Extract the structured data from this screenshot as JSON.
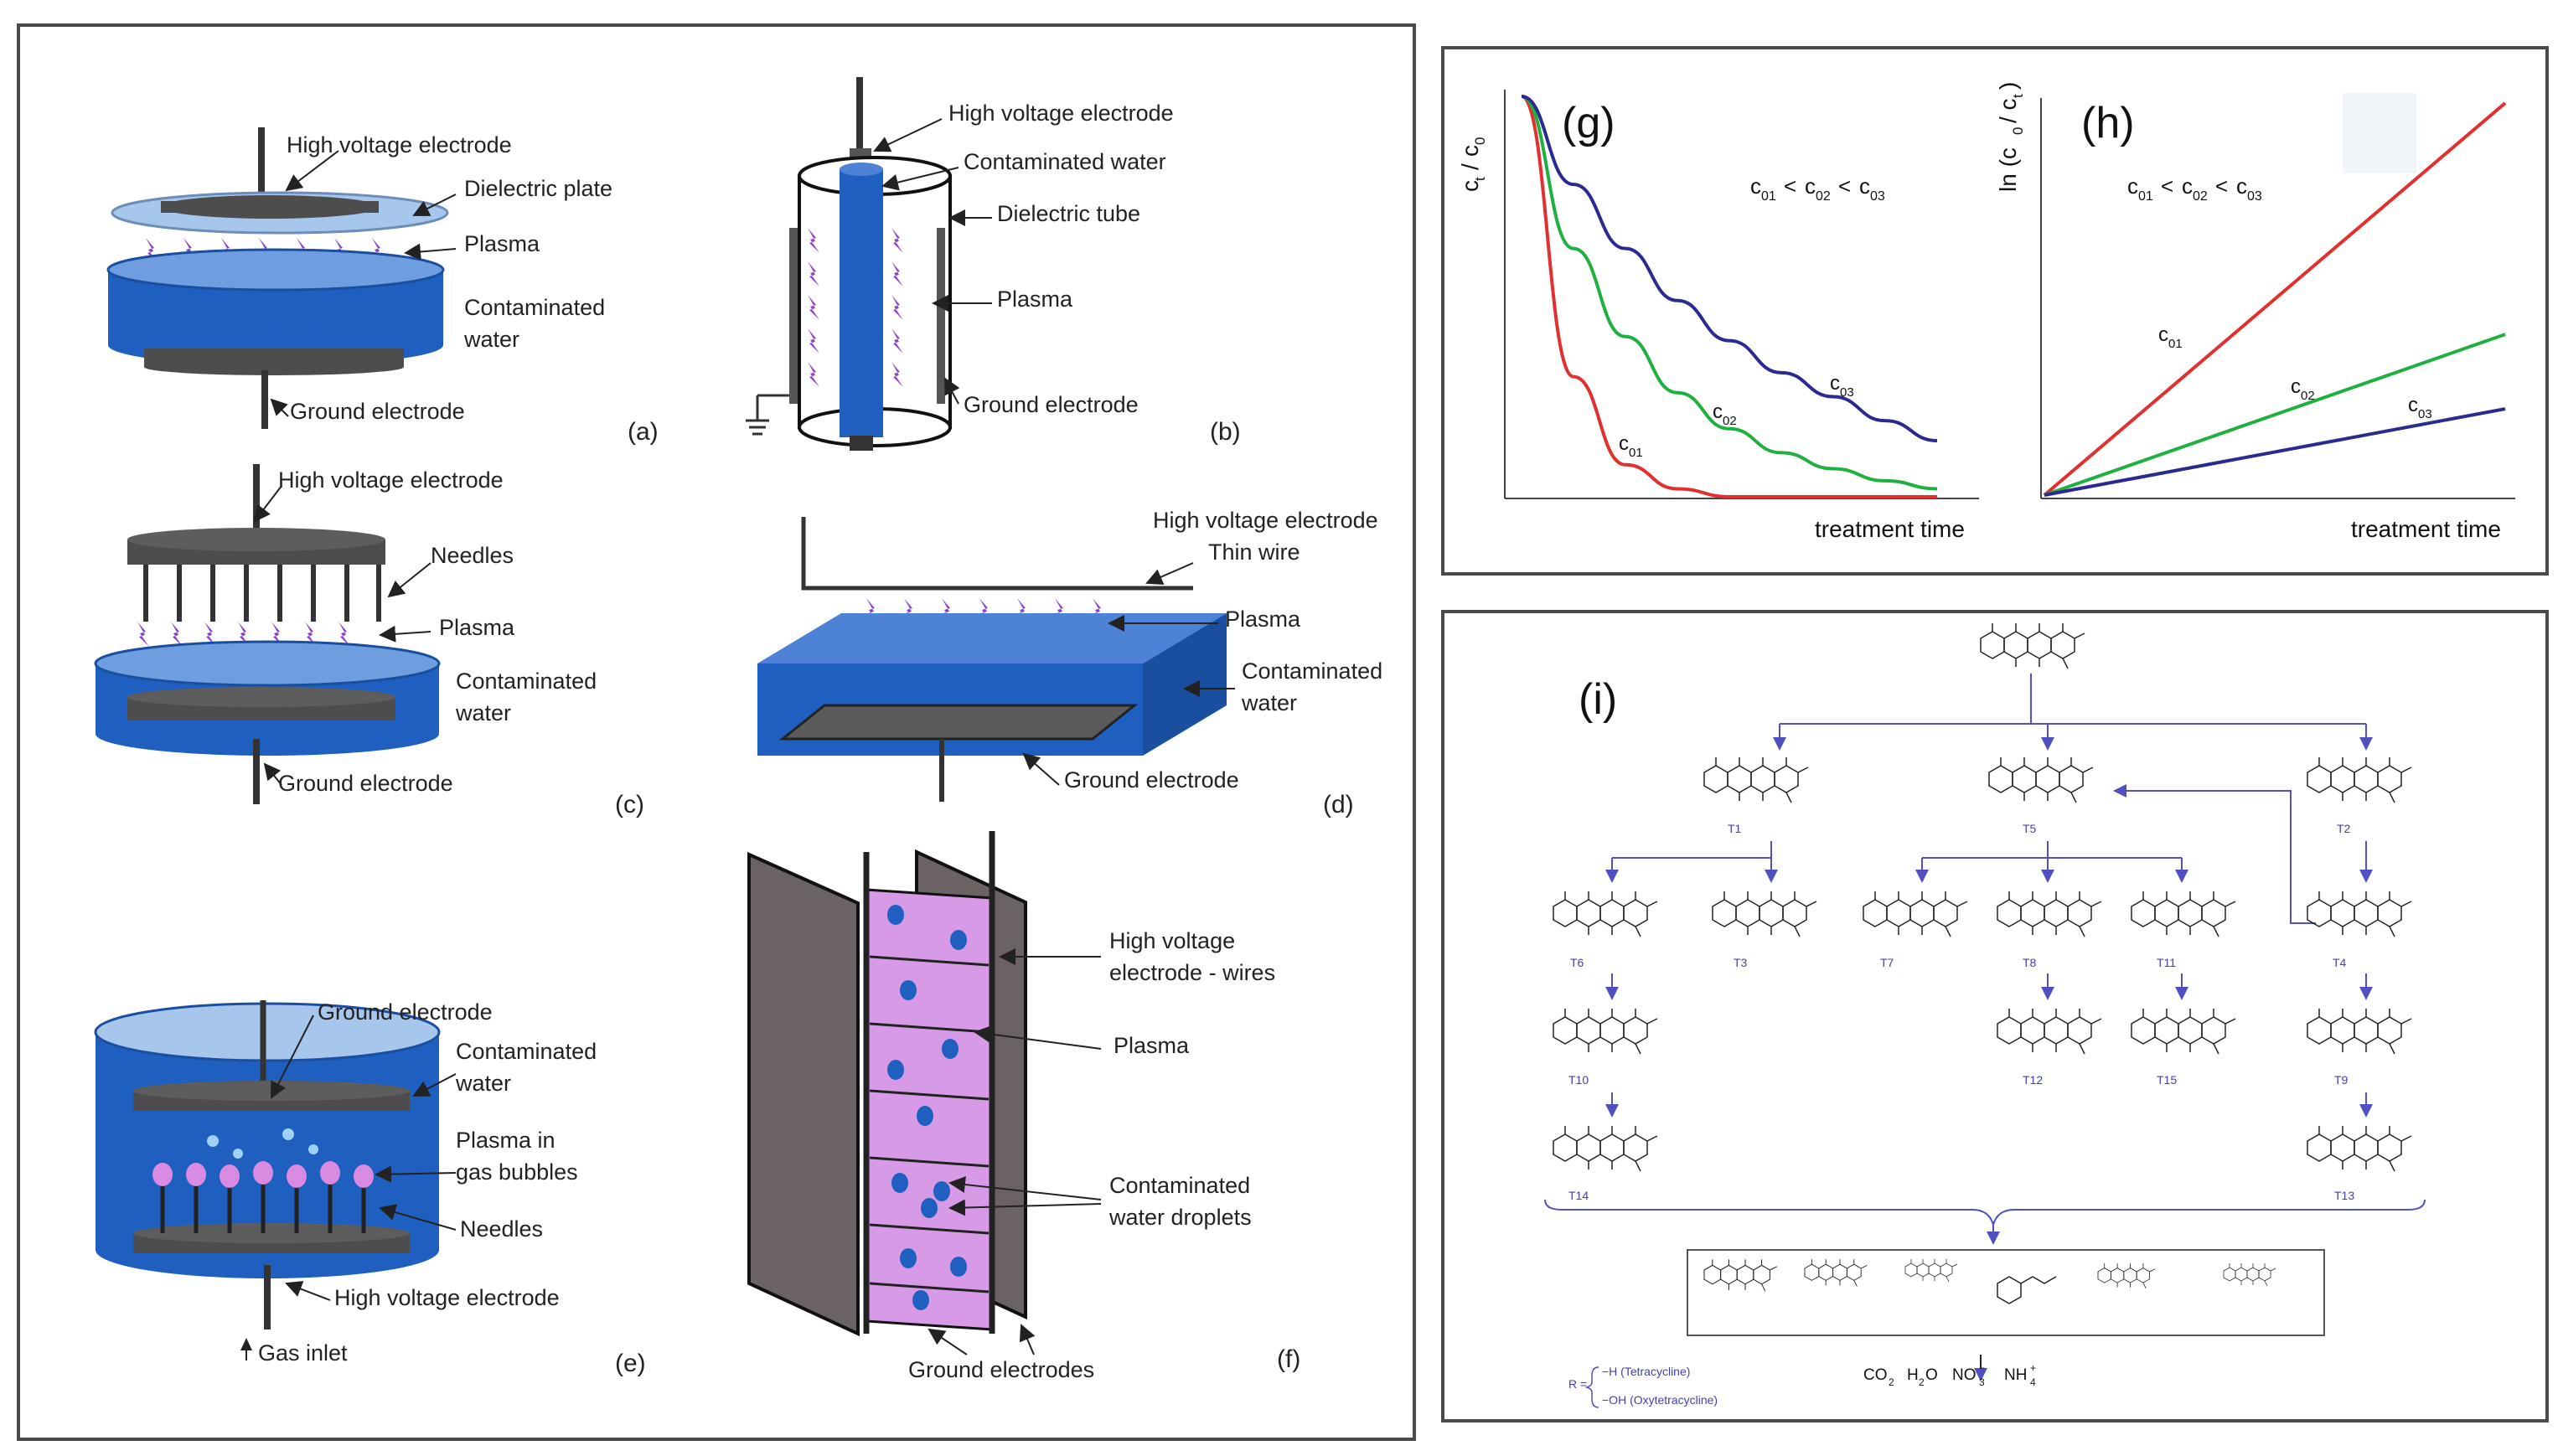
{
  "left_panel": {
    "a": {
      "tag": "(a)",
      "hv": "High voltage electrode",
      "dielectric": "Dielectric plate",
      "plasma": "Plasma",
      "water1": "Contaminated",
      "water2": "water",
      "ground": "Ground electrode"
    },
    "b": {
      "tag": "(b)",
      "hv": "High voltage electrode",
      "water": "Contaminated  water",
      "tube": "Dielectric tube",
      "plasma": "Plasma",
      "ground": "Ground electrode"
    },
    "c": {
      "tag": "(c)",
      "hv": "High voltage electrode",
      "needles": "Needles",
      "plasma": "Plasma",
      "water1": "Contaminated",
      "water2": "water",
      "ground": "Ground electrode"
    },
    "d": {
      "tag": "(d)",
      "hv1": "High voltage electrode",
      "hv2": "Thin wire",
      "plasma": "Plasma",
      "water1": "Contaminated",
      "water2": "water",
      "ground": "Ground electrode"
    },
    "e": {
      "tag": "(e)",
      "ground": "Ground electrode",
      "water1": "Contaminated",
      "water2": "water",
      "plasma1": "Plasma in",
      "plasma2": "gas bubbles",
      "needles": "Needles",
      "hv": "High voltage electrode",
      "gas": "Gas inlet"
    },
    "f": {
      "tag": "(f)",
      "hv1": "High voltage",
      "hv2": "electrode - wires",
      "plasma": "Plasma",
      "water1": "Contaminated",
      "water2": "water droplets",
      "ground": "Ground electrodes"
    }
  },
  "chart_data": [
    {
      "type": "line",
      "panel": "(g)",
      "ylabel": "c_t / c_0",
      "xlabel": "treatment time",
      "annotation": "c01 < c02 < c03",
      "series": [
        {
          "name": "c01",
          "color": "#e03030",
          "values": [
            1.0,
            0.3,
            0.08,
            0.02,
            0.0,
            0.0,
            0.0,
            0.0,
            0.0
          ]
        },
        {
          "name": "c02",
          "color": "#20b040",
          "values": [
            1.0,
            0.62,
            0.4,
            0.26,
            0.17,
            0.11,
            0.07,
            0.04,
            0.02
          ]
        },
        {
          "name": "c03",
          "color": "#2a2a90",
          "values": [
            1.0,
            0.78,
            0.62,
            0.49,
            0.39,
            0.31,
            0.25,
            0.19,
            0.14
          ]
        }
      ]
    },
    {
      "type": "line",
      "panel": "(h)",
      "ylabel": "ln (c_0 / c_t)",
      "xlabel": "treatment time",
      "annotation": "c01 < c02 < c03",
      "series": [
        {
          "name": "c01",
          "color": "#e03030",
          "values": [
            0,
            1.0
          ]
        },
        {
          "name": "c02",
          "color": "#20b040",
          "values": [
            0,
            0.41
          ]
        },
        {
          "name": "c03",
          "color": "#2a2a90",
          "values": [
            0,
            0.22
          ]
        }
      ]
    }
  ],
  "g_text": {
    "panel": "(g)",
    "c": "c",
    "t": "t",
    "slash": "/",
    "zero": "0",
    "ann": "c",
    "s01": "01",
    "s02": "02",
    "s03": "03",
    "lt": "<",
    "xlabel": "treatment time"
  },
  "h_text": {
    "panel": "(h)",
    "ln": "ln (c",
    "zero": "0",
    "slash": "/ c",
    "t": "t",
    "close": ")",
    "ann": "c",
    "s01": "01",
    "s02": "02",
    "s03": "03",
    "lt": "<",
    "xlabel": "treatment time"
  },
  "i_panel": {
    "panel": "(i)",
    "nodes": [
      "T1",
      "T5",
      "T2",
      "T6",
      "T3",
      "T7",
      "T8",
      "T11",
      "T4",
      "T10",
      "T12",
      "T15",
      "T9",
      "T14",
      "T13"
    ],
    "products": [
      "CO",
      "2",
      "H",
      "2",
      "O",
      "NO",
      "3",
      "−",
      "NH",
      "4",
      "+"
    ],
    "r_label": "R =",
    "r1": "−H (Tetracycline)",
    "r2": "−OH (Oxytetracycline)"
  }
}
